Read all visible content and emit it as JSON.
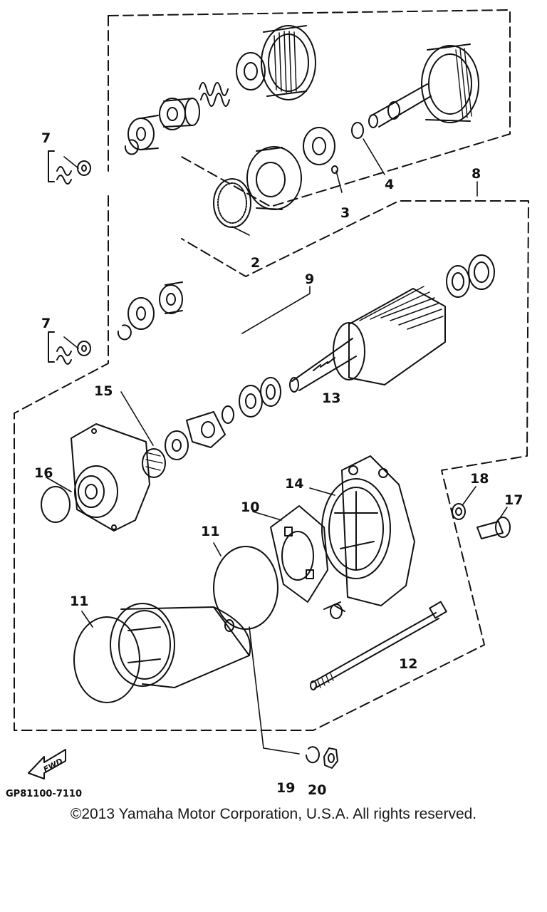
{
  "diagram": {
    "part_labels": {
      "p2": "2",
      "p3": "3",
      "p4": "4",
      "p7a": "7",
      "p7b": "7",
      "p8": "8",
      "p9": "9",
      "p10": "10",
      "p11a": "11",
      "p11b": "11",
      "p12": "12",
      "p13": "13",
      "p14": "14",
      "p15": "15",
      "p16": "16",
      "p17": "17",
      "p18": "18",
      "p19": "19",
      "p20": "20"
    },
    "drawing_code": "GP81100-7110",
    "fwd_label": "FWD"
  },
  "footer": {
    "copyright": "©2013 Yamaha Motor Corporation, U.S.A. All rights reserved."
  }
}
